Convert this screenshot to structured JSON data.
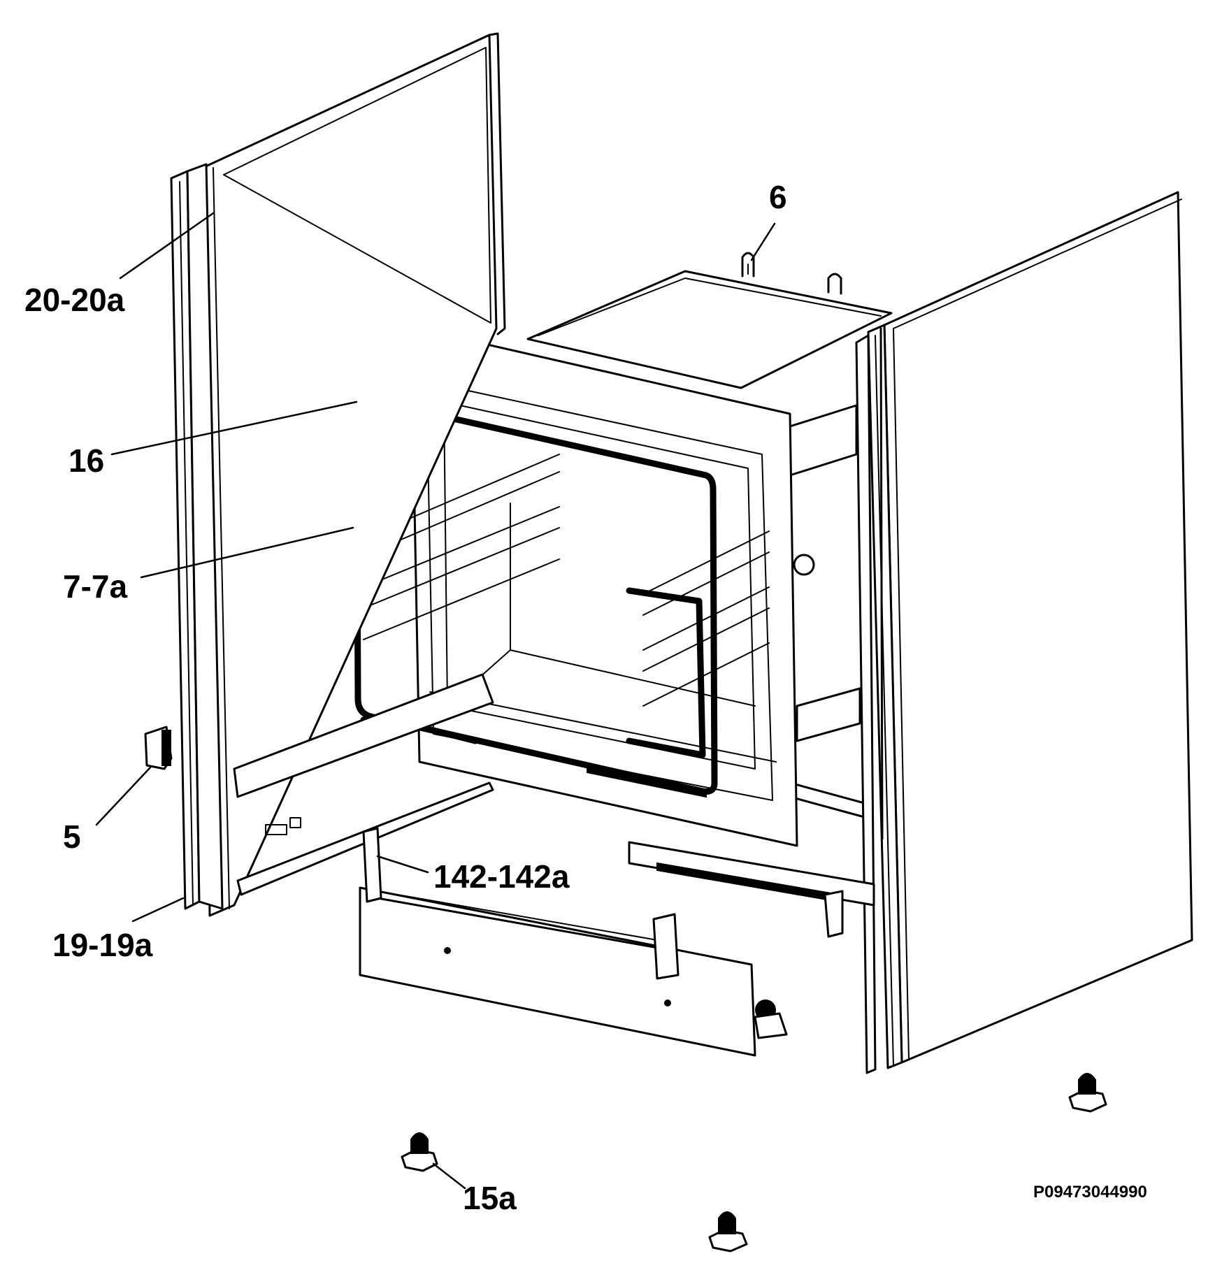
{
  "callouts": {
    "part_20_20a": "20-20a",
    "part_16": "16",
    "part_7_7a": "7-7a",
    "part_5": "5",
    "part_19_19a": "19-19a",
    "part_6": "6",
    "part_142_142a": "142-142a",
    "part_15a": "15a"
  },
  "drawing_code": "P09473044990"
}
